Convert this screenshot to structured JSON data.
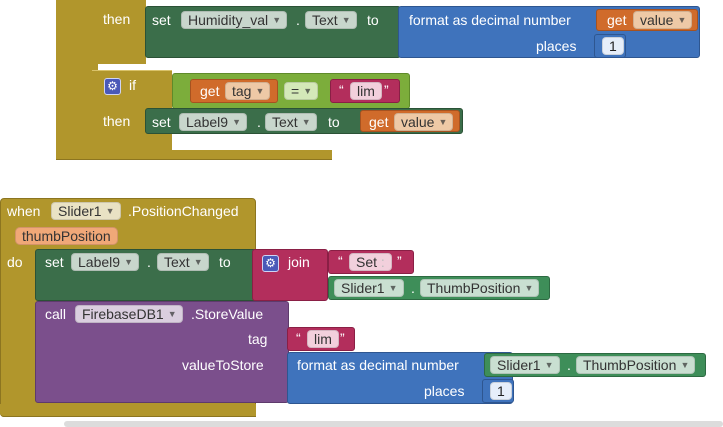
{
  "top": {
    "then1_label": "then",
    "set1_label": "set",
    "set1_component": "Humidity_val",
    "set1_dot": ".",
    "set1_property": "Text",
    "set1_to": "to",
    "format1_label": "format as decimal number",
    "format1_places_label": "places",
    "format1_places_value": "1",
    "get1_label": "get",
    "get1_var": "value",
    "if_label": "if",
    "get_tag_label": "get",
    "get_tag_var": "tag",
    "eq_op": "=",
    "str_lim": "lim",
    "then2_label": "then",
    "set2_label": "set",
    "set2_component": "Label9",
    "set2_dot": ".",
    "set2_property": "Text",
    "set2_to": "to",
    "get2_label": "get",
    "get2_var": "value"
  },
  "event": {
    "when_label": "when",
    "component": "Slider1",
    "event_name": ".PositionChanged",
    "param": "thumbPosition",
    "do_label": "do",
    "set_label": "set",
    "set_component": "Label9",
    "set_dot": ".",
    "set_property": "Text",
    "set_to": "to",
    "join_label": "join",
    "str_set": "Set",
    "str_set_suffix": ":",
    "join_comp": "Slider1",
    "join_dot": ".",
    "join_prop": "ThumbPosition",
    "call_label": "call",
    "call_component": "FirebaseDB1",
    "call_method": ".StoreValue",
    "tag_label": "tag",
    "str_lim2": "lim",
    "value_to_store_label": "valueToStore",
    "format2_label": "format as decimal number",
    "format2_comp": "Slider1",
    "format2_dot": ".",
    "format2_prop": "ThumbPosition",
    "format2_places_label": "places",
    "format2_places_value": "1"
  },
  "colors": {
    "control": "#b1962c",
    "component_set": "#3b6e4a",
    "math": "#3f73bc",
    "variable": "#d06b2b",
    "logic": "#7cad3b",
    "text": "#b32e5c",
    "procedure": "#7b4f8c",
    "component_get": "#3e8e59"
  }
}
